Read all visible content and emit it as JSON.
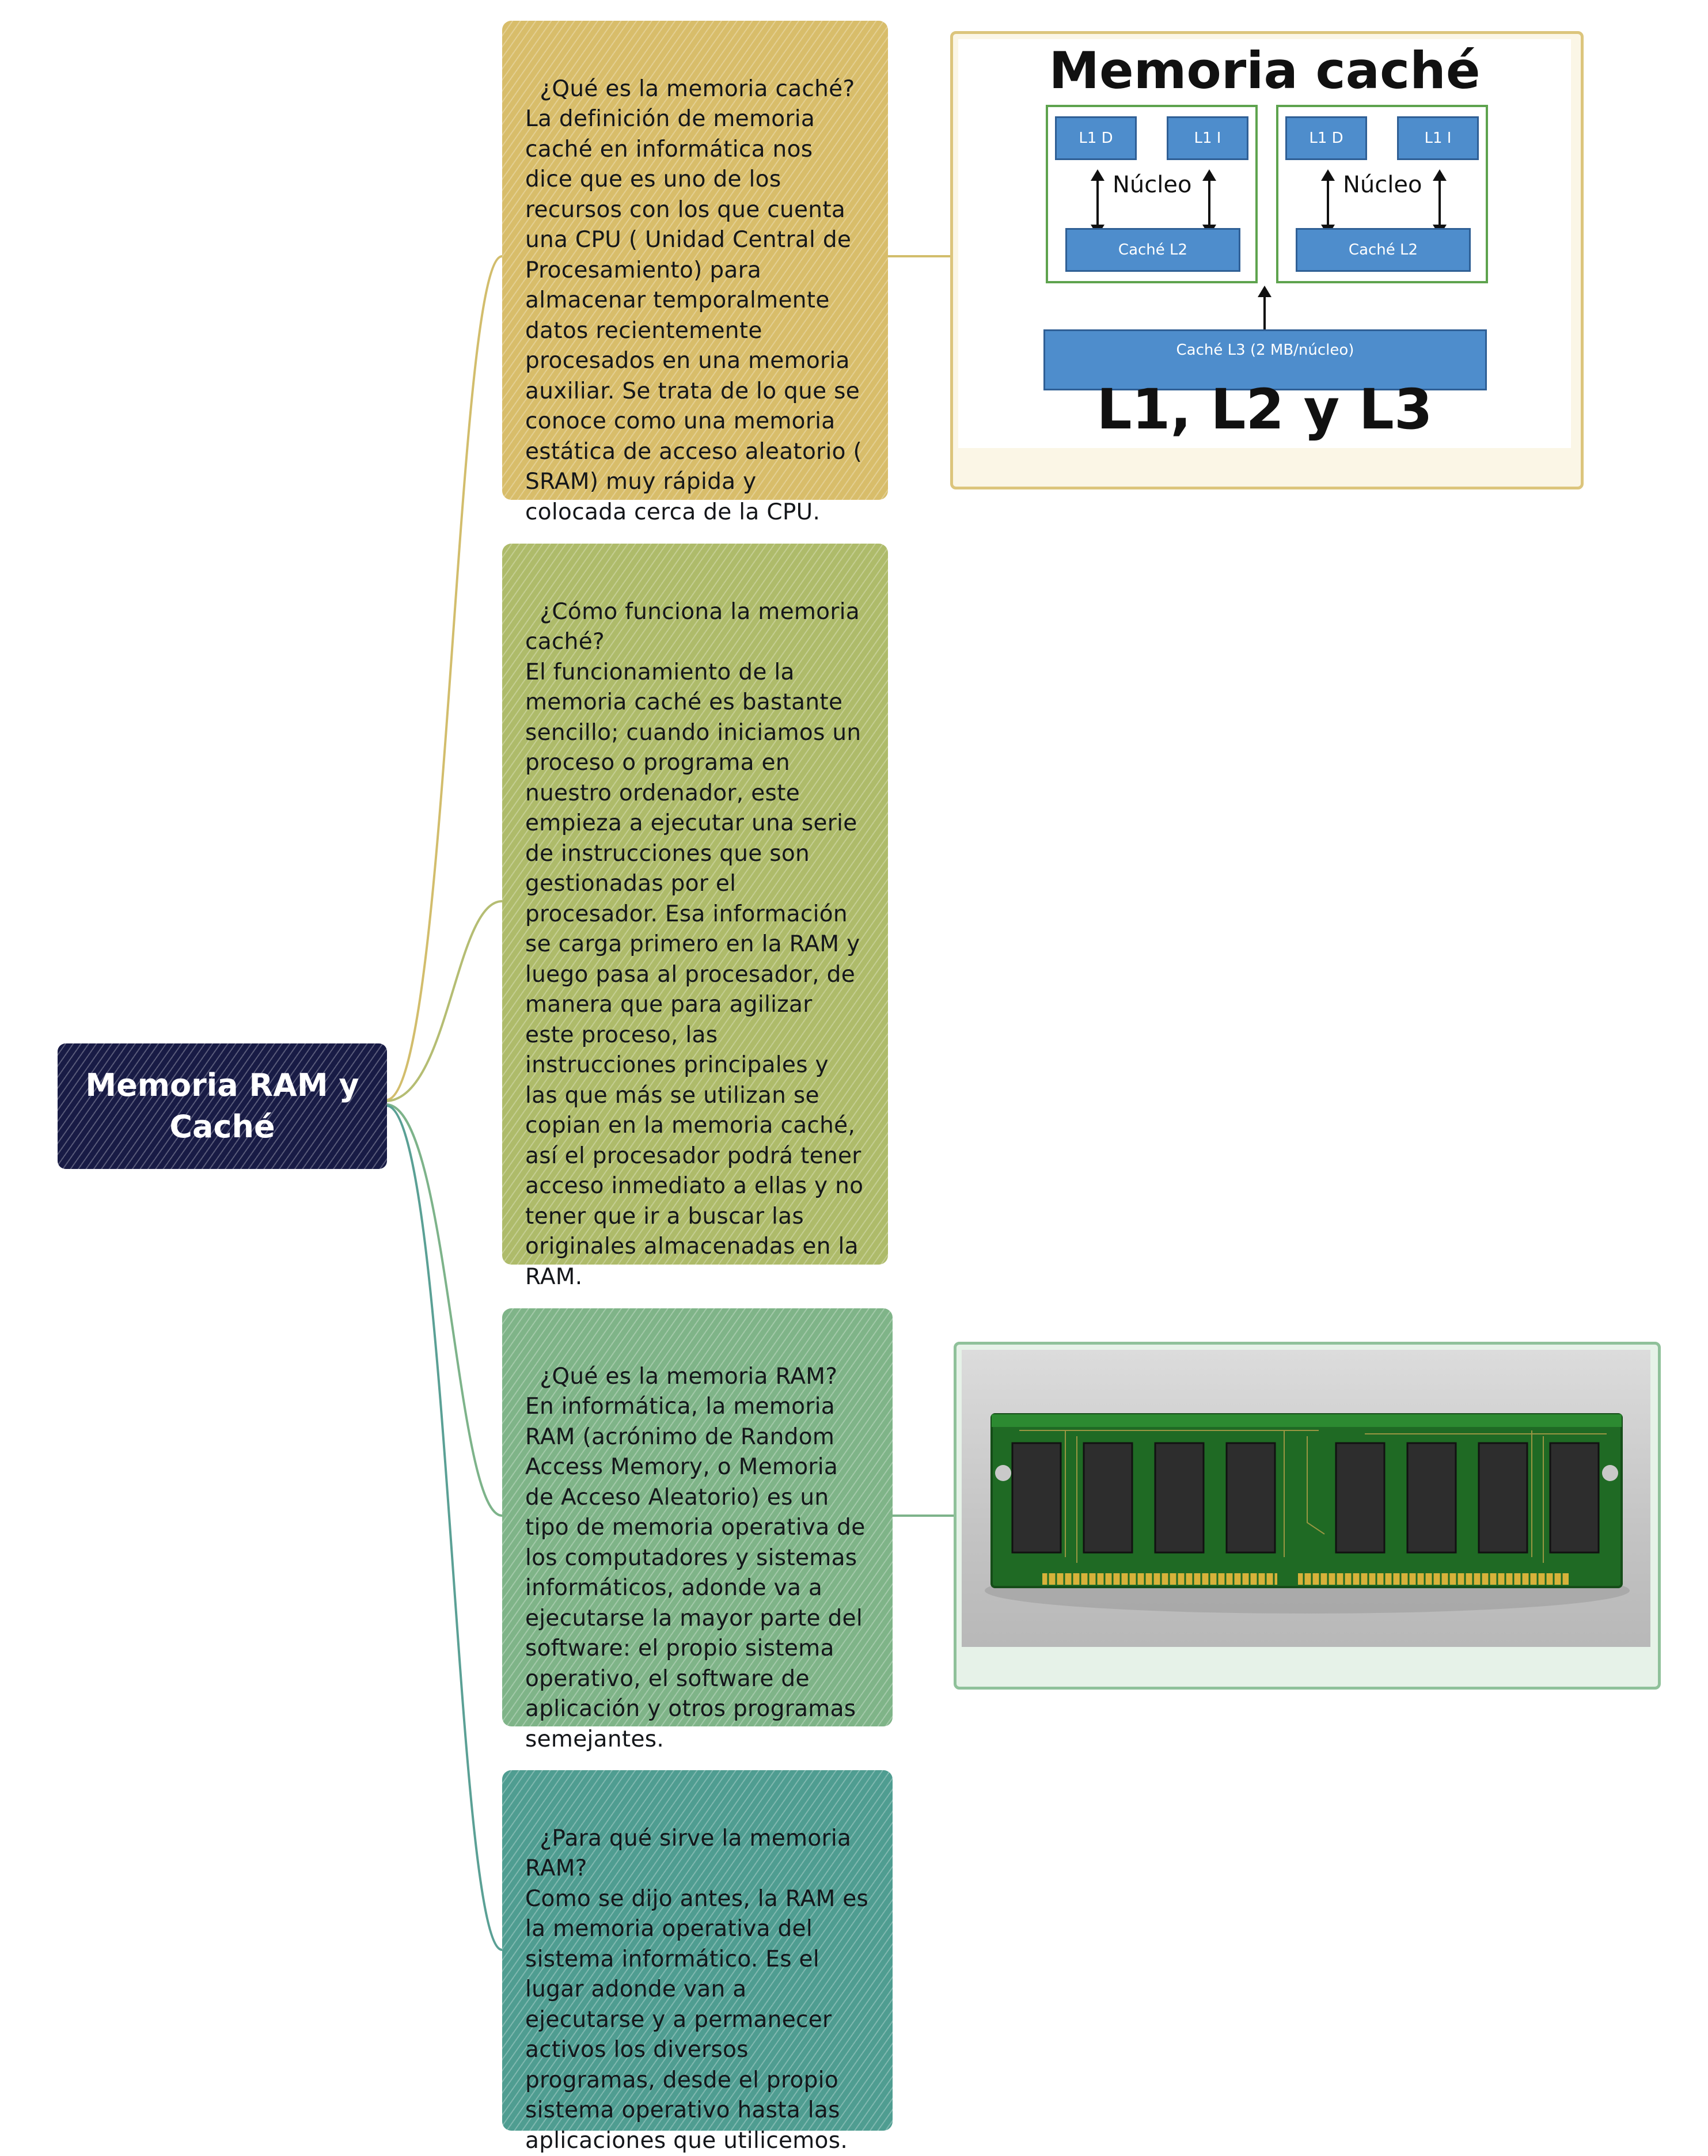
{
  "root": {
    "title": "Memoria RAM y Caché"
  },
  "cards": [
    {
      "text": "¿Qué es la memoria caché?\nLa definición de memoria caché en informática nos dice que es uno de los recursos con los que cuenta una CPU ( Unidad Central de Procesamiento) para almacenar temporalmente datos recientemente procesados en una memoria auxiliar. Se trata de lo que se conoce como una memoria estática de acceso aleatorio ( SRAM) muy rápida y colocada cerca de la CPU."
    },
    {
      "text": "¿Cómo funciona la memoria caché?\nEl funcionamiento de la memoria caché es bastante sencillo; cuando iniciamos un proceso o programa en nuestro ordenador, este empieza a ejecutar una serie de instrucciones que son gestionadas por el procesador. Esa información se carga primero en la RAM y luego pasa al procesador, de manera que para agilizar este proceso, las instrucciones principales y las que más se utilizan se copian en la memoria caché, así el procesador podrá tener acceso inmediato a ellas y no tener que ir a buscar las originales almacenadas en la RAM."
    },
    {
      "text": "¿Qué es la memoria RAM?\nEn informática, la memoria RAM (acrónimo de Random Access Memory, o Memoria de Acceso Aleatorio) es un tipo de memoria operativa de los computadores y sistemas informáticos, adonde va a ejecutarse la mayor parte del software: el propio sistema operativo, el software de aplicación y otros programas semejantes."
    },
    {
      "text": "¿Para qué sirve la memoria RAM?\nComo se dijo antes, la RAM es la memoria operativa del sistema informático. Es el lugar adonde van a ejecutarse y a permanecer activos los diversos programas, desde el propio sistema operativo hasta las aplicaciones que utilicemos."
    }
  ],
  "cache_image": {
    "title": "Memoria caché",
    "subtitle": "L1, L2 y L3",
    "l1d": "L1 D",
    "l1i": "L1 I",
    "core_label": "Núcleo",
    "l2": "Caché L2",
    "l3": "Caché L3 (2 MB/núcleo)"
  },
  "ram_image": {
    "icon": "ram-module-icon"
  },
  "colors": {
    "root": "#181b45",
    "card1": "#d8bd6a",
    "card2": "#aebb6a",
    "card3": "#7fb488",
    "card4": "#4f9d91",
    "cache_block": "#4e8dcc",
    "core_border": "#5ea34e"
  }
}
